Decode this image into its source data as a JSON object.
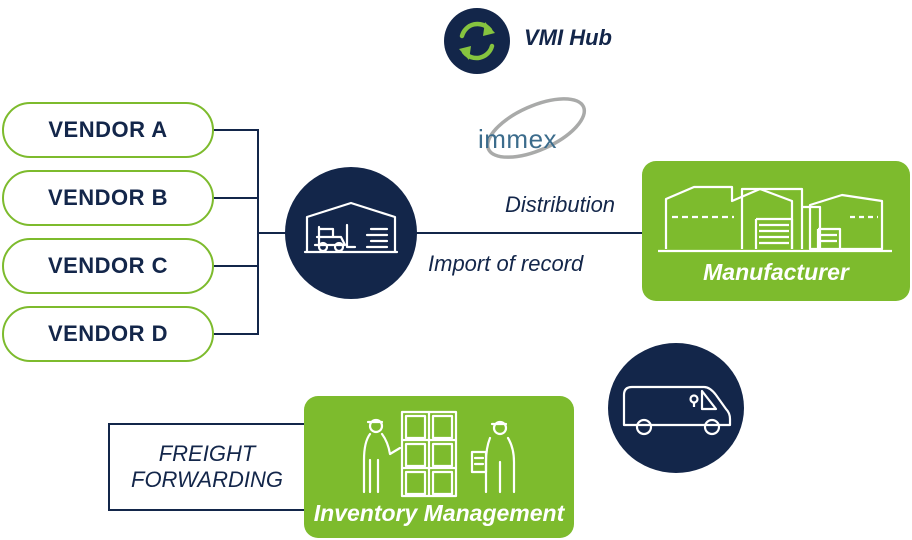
{
  "hub": {
    "title": "VMI Hub",
    "icon": "recycle-arrows-icon"
  },
  "logo": {
    "text": "immex"
  },
  "vendors": [
    {
      "label": "VENDOR A"
    },
    {
      "label": "VENDOR B"
    },
    {
      "label": "VENDOR C"
    },
    {
      "label": "VENDOR D"
    }
  ],
  "flow": {
    "distribution_label": "Distribution",
    "import_label": "Import of record"
  },
  "manufacturer": {
    "label": "Manufacturer"
  },
  "freight": {
    "line1": "FREIGHT",
    "line2": "FORWARDING"
  },
  "inventory": {
    "label": "Inventory Management"
  },
  "colors": {
    "navy": "#13264a",
    "green": "#7dbb2d",
    "hub_arrows": "#86c43f"
  }
}
